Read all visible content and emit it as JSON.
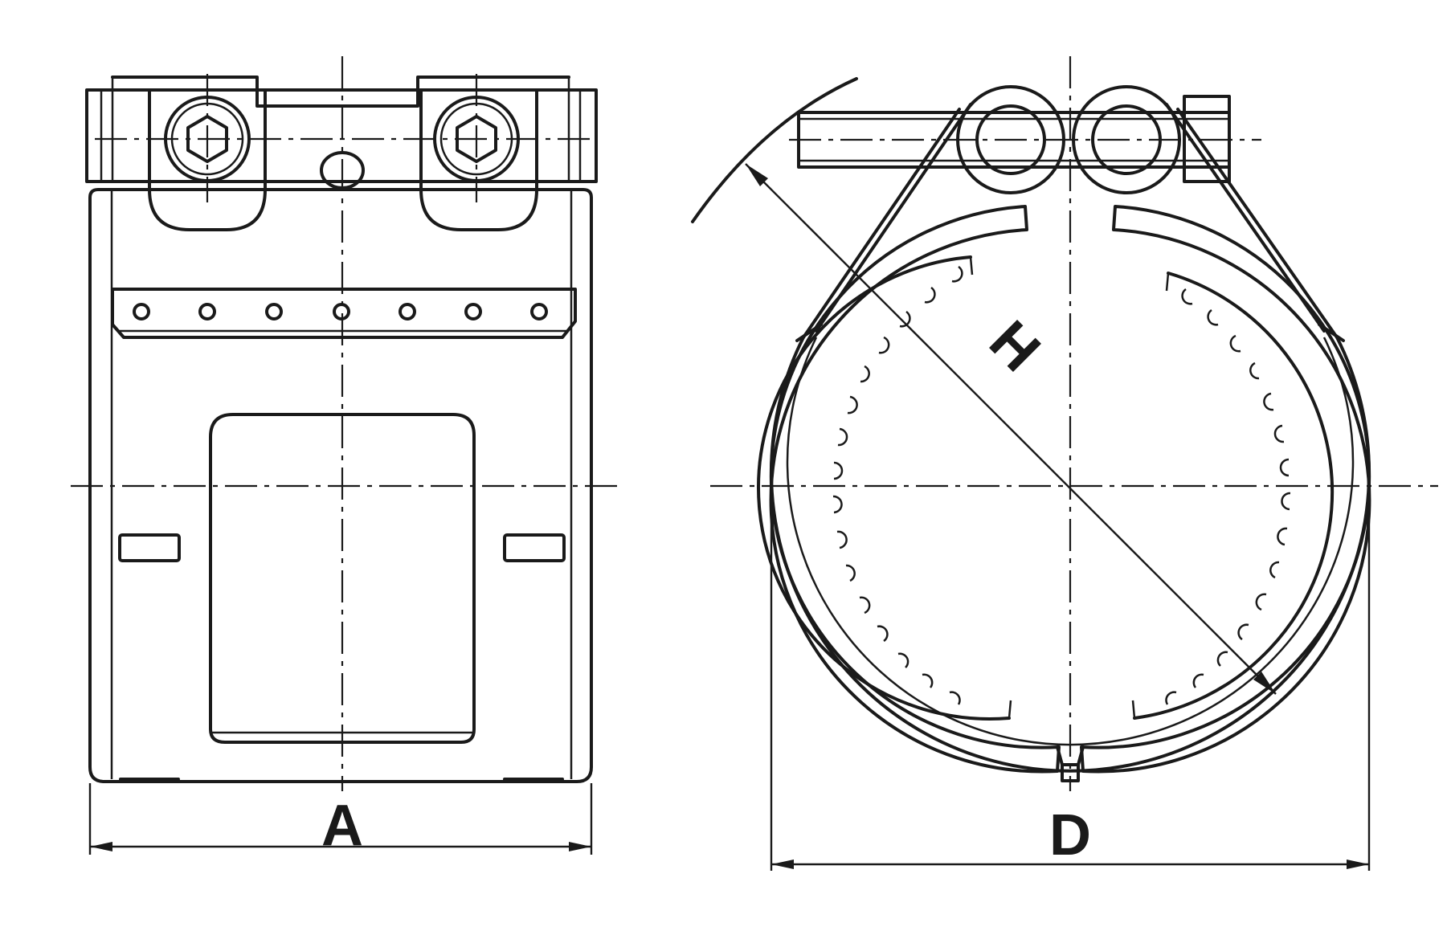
{
  "dimensions": {
    "width_label": "A",
    "diameter_label": "D",
    "inner_label": "H"
  }
}
